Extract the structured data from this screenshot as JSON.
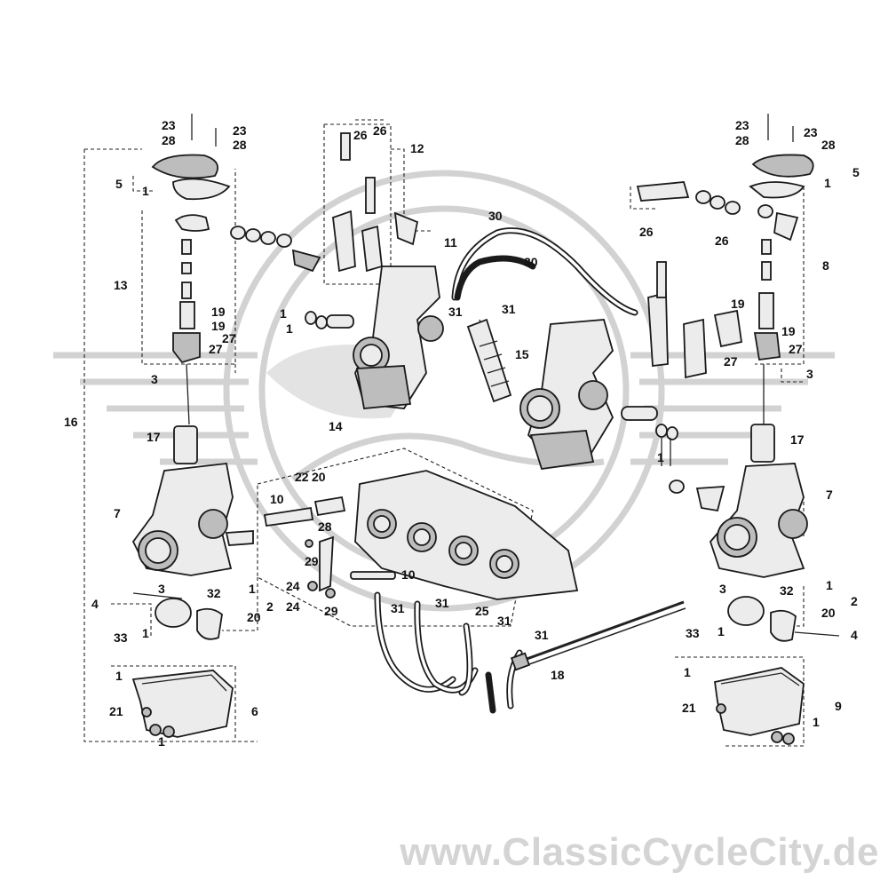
{
  "watermark": {
    "text": "www.ClassicCycleCity.de"
  },
  "callouts": [
    "23",
    "28",
    "23",
    "28",
    "5",
    "1",
    "13",
    "16",
    "3",
    "17",
    "7",
    "4",
    "33",
    "1",
    "3",
    "32",
    "1",
    "20",
    "2",
    "21",
    "6",
    "1",
    "1",
    "26",
    "26",
    "12",
    "11",
    "19",
    "19",
    "27",
    "27",
    "1",
    "1",
    "30",
    "30",
    "31",
    "31",
    "15",
    "14",
    "22",
    "20",
    "10",
    "28",
    "29",
    "24",
    "24",
    "29",
    "10",
    "31",
    "31",
    "25",
    "31",
    "31",
    "18",
    "23",
    "28",
    "23",
    "28",
    "5",
    "1",
    "8",
    "26",
    "26",
    "19",
    "19",
    "27",
    "27",
    "3",
    "17",
    "1",
    "7",
    "3",
    "32",
    "1",
    "20",
    "2",
    "33",
    "1",
    "4",
    "1",
    "21",
    "9",
    "1"
  ]
}
